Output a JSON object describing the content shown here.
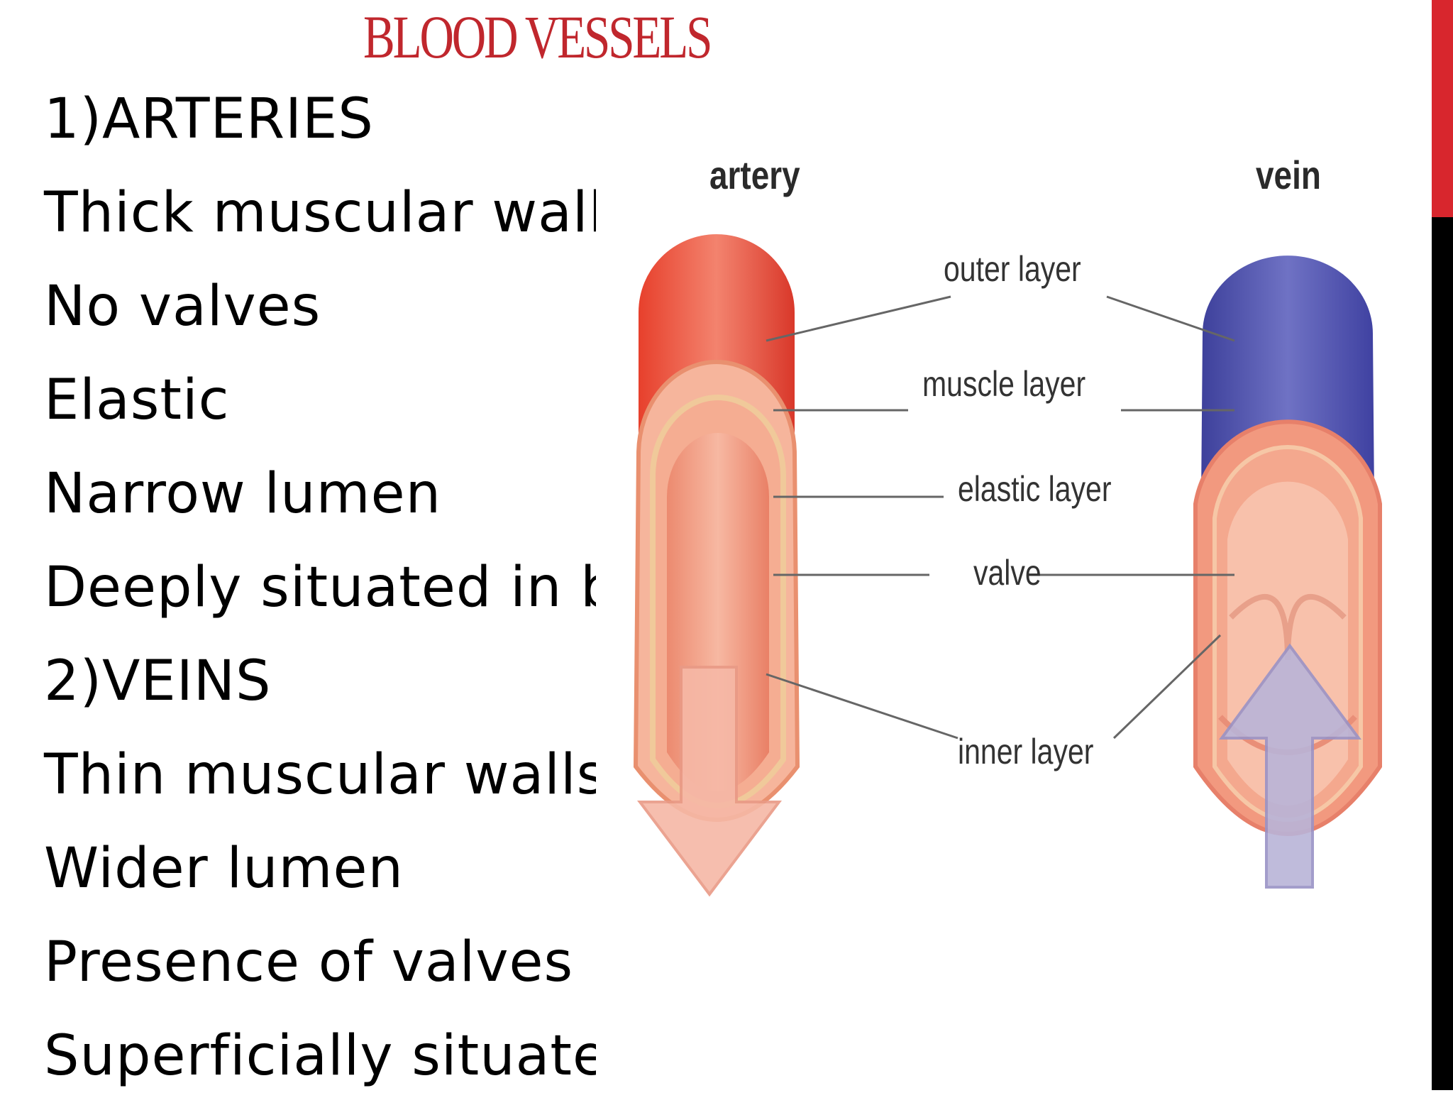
{
  "slide": {
    "title": "BLOOD VESSELS",
    "bullets": [
      "1)ARTERIES",
      "Thick muscular walls",
      "No valves",
      "Elastic",
      "Narrow lumen",
      "Deeply situated in body",
      "2)VEINS",
      "Thin muscular walls",
      "Wider lumen",
      "Presence of valves",
      "Superficially situated in body"
    ]
  },
  "diagram": {
    "artery_label": "artery",
    "vein_label": "vein",
    "layers": {
      "outer": "outer layer",
      "muscle": "muscle layer",
      "elastic": "elastic layer",
      "valve": "valve",
      "inner": "inner layer"
    }
  },
  "colors": {
    "title": "#c0272d",
    "artery": "#e8412e",
    "vein": "#4a4fa8",
    "accent_red": "#d8262d",
    "accent_black": "#000000"
  }
}
